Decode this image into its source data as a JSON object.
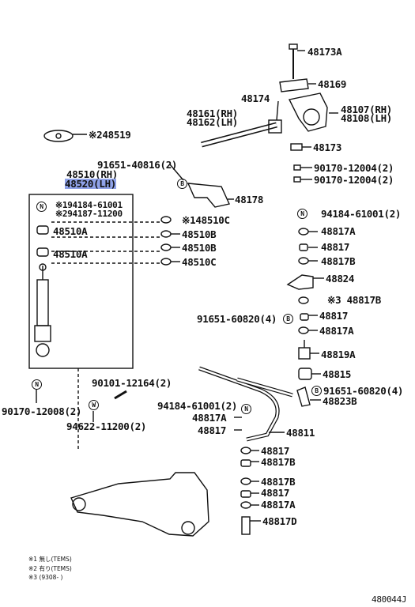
{
  "labels": {
    "p48173A": "48173A",
    "p48169": "48169",
    "p48174": "48174",
    "p48161": "48161(RH)",
    "p48162": "48162(LH)",
    "p48107": "48107(RH)",
    "p48108": "48108(LH)",
    "p48519": "※248519",
    "p48173": "48173",
    "p91651_40816": "91651-40816(2)",
    "p90170_12004a": "90170-12004(2)",
    "p90170_12004b": "90170-12004(2)",
    "p48510rh": "48510(RH)",
    "p48520lh": "48520(LH)",
    "p48178": "48178",
    "p94184a": "※194184-61001",
    "p94187": "※294187-11200",
    "p48510C_1": "※148510C",
    "p94184_61001_2": "94184-61001(2)",
    "p48510A_1": "48510A",
    "p48510B_1": "48510B",
    "p48817A_1": "48817A",
    "p48510B_2": "48510B",
    "p48817_1": "48817",
    "p48510A_2": "48510A",
    "p48510C_2": "48510C",
    "p48817B_1": "48817B",
    "p48824": "48824",
    "p48817B_2": "※3 48817B",
    "p91651_60820_4a": "91651-60820(4)",
    "p48817_2": "48817",
    "p48817A_2": "48817A",
    "p48819A": "48819A",
    "p48815": "48815",
    "p90101": "90101-12164(2)",
    "p91651_60820_4b": "91651-60820(4)",
    "p94184_61001_2b": "94184-61001(2)",
    "p48823B": "48823B",
    "p48817A_3": "48817A",
    "p90170_12008": "90170-12008(2)",
    "p48817_3": "48817",
    "p48811": "48811",
    "p94622": "94622-11200(2)",
    "p48817_4": "48817",
    "p48817B_3": "48817B",
    "p48817B_4": "48817B",
    "p48817_5": "48817",
    "p48817A_4": "48817A",
    "p48817D": "48817D"
  },
  "circle_marks": {
    "N": "N",
    "B": "B",
    "W": "W"
  },
  "notes": {
    "n1": "※1  無し(TEMS)",
    "n2": "※2  有り(TEMS)",
    "n3": "※3  (9308-      )"
  },
  "figure_id": "480044J",
  "colors": {
    "highlight": "#8fa2e8",
    "line": "#111111"
  }
}
